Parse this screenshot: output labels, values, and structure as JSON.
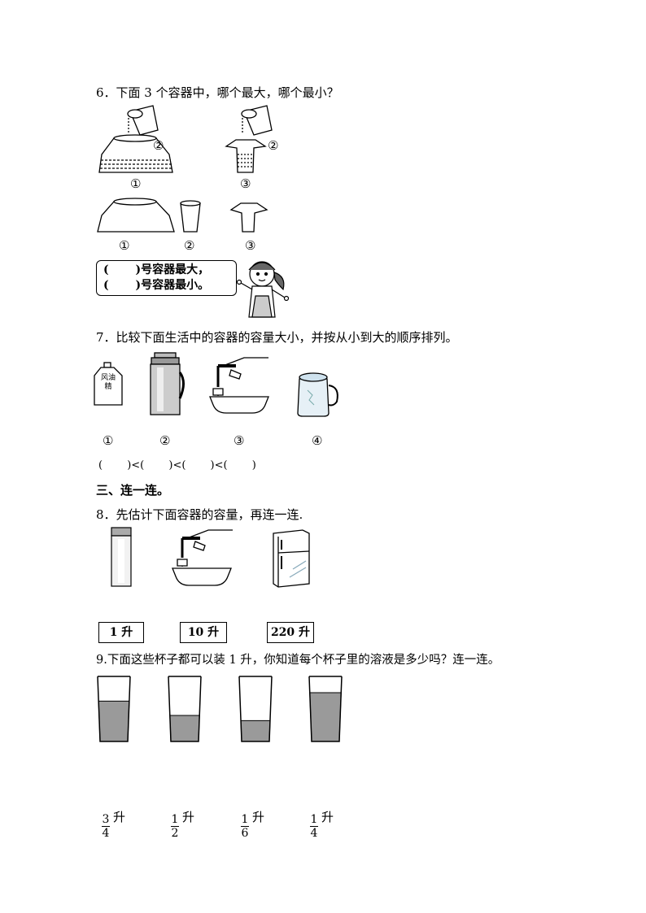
{
  "q6": {
    "title": "6．下面 3 个容器中，哪个最大，哪个最小？",
    "labels_top": [
      "①",
      "②",
      "③",
      "②"
    ],
    "labels_bottom": [
      "①",
      "②",
      "③"
    ],
    "bubble": {
      "line1": "(　　 )号容器最大，",
      "line2": "(　　 )号容器最小。"
    }
  },
  "q7": {
    "title": "7．比较下面生活中的容器的容量大小，并按从小到大的顺序排列。",
    "bottle_label": "风油精",
    "numbers": [
      "①",
      "②",
      "③",
      "④"
    ],
    "order": "(　　 )<(　　 )<(　　 )<(　　 )"
  },
  "section3": {
    "title": "三、连一连。"
  },
  "q8": {
    "title": "8．先估计下面容器的容量，再连一连.",
    "boxes": [
      "1 升",
      "10 升",
      "220 升"
    ]
  },
  "q9": {
    "title": "9.下面这些杯子都可以装 1 升，你知道每个杯子里的溶液是多少吗？连一连。",
    "cup_fill_levels": [
      0.62,
      0.4,
      0.32,
      0.75
    ],
    "fractions": [
      {
        "num": "3",
        "den": "4",
        "unit": "升"
      },
      {
        "num": "1",
        "den": "2",
        "unit": "升"
      },
      {
        "num": "1",
        "den": "6",
        "unit": "升"
      },
      {
        "num": "1",
        "den": "4",
        "unit": "升"
      }
    ]
  }
}
